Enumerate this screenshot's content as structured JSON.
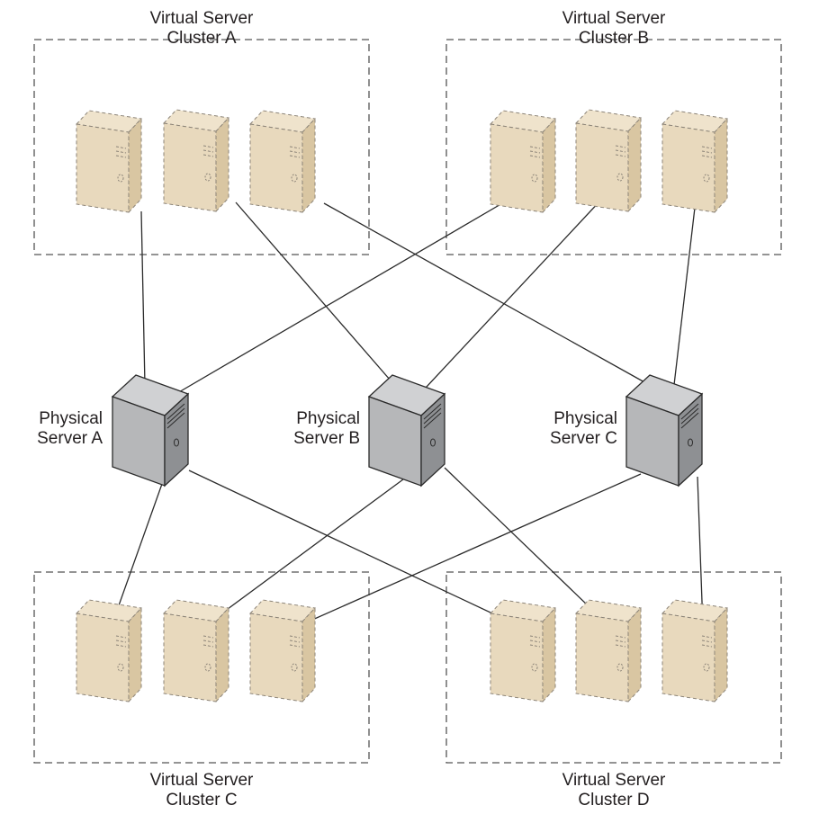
{
  "diagram": {
    "clusters": {
      "a": {
        "line1": "Virtual Server",
        "line2": "Cluster A"
      },
      "b": {
        "line1": "Virtual Server",
        "line2": "Cluster B"
      },
      "c": {
        "line1": "Virtual Server",
        "line2": "Cluster C"
      },
      "d": {
        "line1": "Virtual Server",
        "line2": "Cluster D"
      }
    },
    "physical": {
      "a": {
        "line1": "Physical",
        "line2": "Server A"
      },
      "b": {
        "line1": "Physical",
        "line2": "Server B"
      },
      "c": {
        "line1": "Physical",
        "line2": "Server C"
      }
    }
  },
  "colors": {
    "virtual_fill": "#e8d9bd",
    "virtual_side": "#d9c6a2",
    "virtual_top": "#efe3cc",
    "virtual_stroke": "#8c8478",
    "physical_front": "#b6b7b9",
    "physical_side": "#8e9093",
    "physical_top": "#d0d1d3",
    "physical_stroke": "#2b2b2b",
    "connector": "#2b2b2b",
    "cluster_border": "#555555"
  }
}
